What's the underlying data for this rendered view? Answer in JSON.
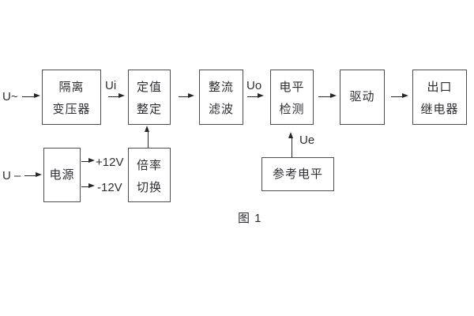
{
  "figure": {
    "caption": "图 1"
  },
  "labels": {
    "ac_input": "U~",
    "dc_input": "U –",
    "ui": "Ui",
    "uo": "Uo",
    "ue": "Ue",
    "plus12": "+12V",
    "minus12": "-12V"
  },
  "blocks": {
    "isolation_transformer": [
      "隔离",
      "变压器"
    ],
    "setting_adjust": [
      "定值",
      "整定"
    ],
    "rectifier_filter": [
      "整流",
      "滤波"
    ],
    "level_detector": [
      "电平",
      "检测"
    ],
    "driver": [
      "驱动"
    ],
    "output_relay": [
      "出口",
      "继电器"
    ],
    "power_supply": [
      "电源"
    ],
    "ratio_switch": [
      "倍率",
      "切换"
    ],
    "reference_level": [
      "参考电平"
    ]
  }
}
